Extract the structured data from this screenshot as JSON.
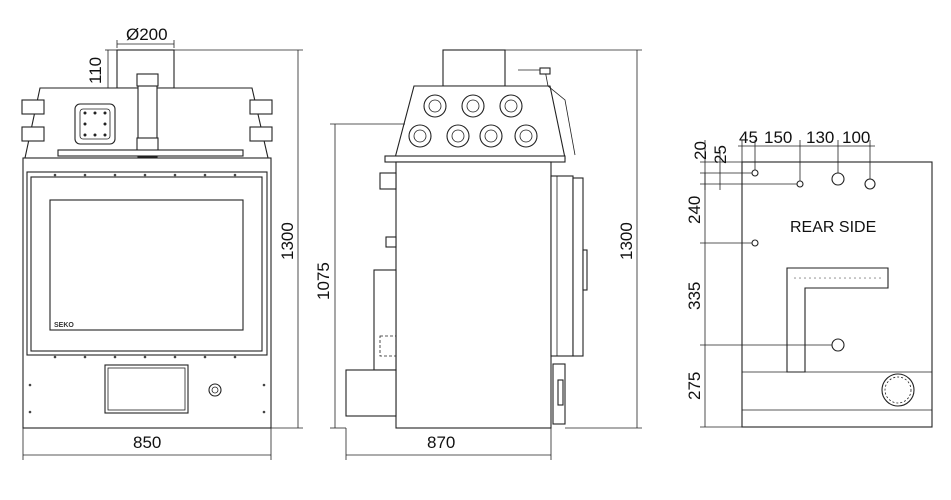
{
  "colors": {
    "line": "#222222",
    "fill_grey": "#f2f2f2",
    "background": "#ffffff"
  },
  "front_view": {
    "dim_flue_diameter": "Ø200",
    "dim_flue_height": "110",
    "dim_total_height": "1300",
    "dim_width": "850",
    "brand_label": "SEKO"
  },
  "side_view": {
    "dim_total_height": "1300",
    "dim_body_height": "1075",
    "dim_depth": "870"
  },
  "rear_view": {
    "title": "REAR SIDE",
    "dims_top": [
      "45",
      "150",
      "130",
      "100"
    ],
    "dims_left_top": [
      "20",
      "25"
    ],
    "dims_left": [
      "240",
      "335",
      "275"
    ]
  }
}
